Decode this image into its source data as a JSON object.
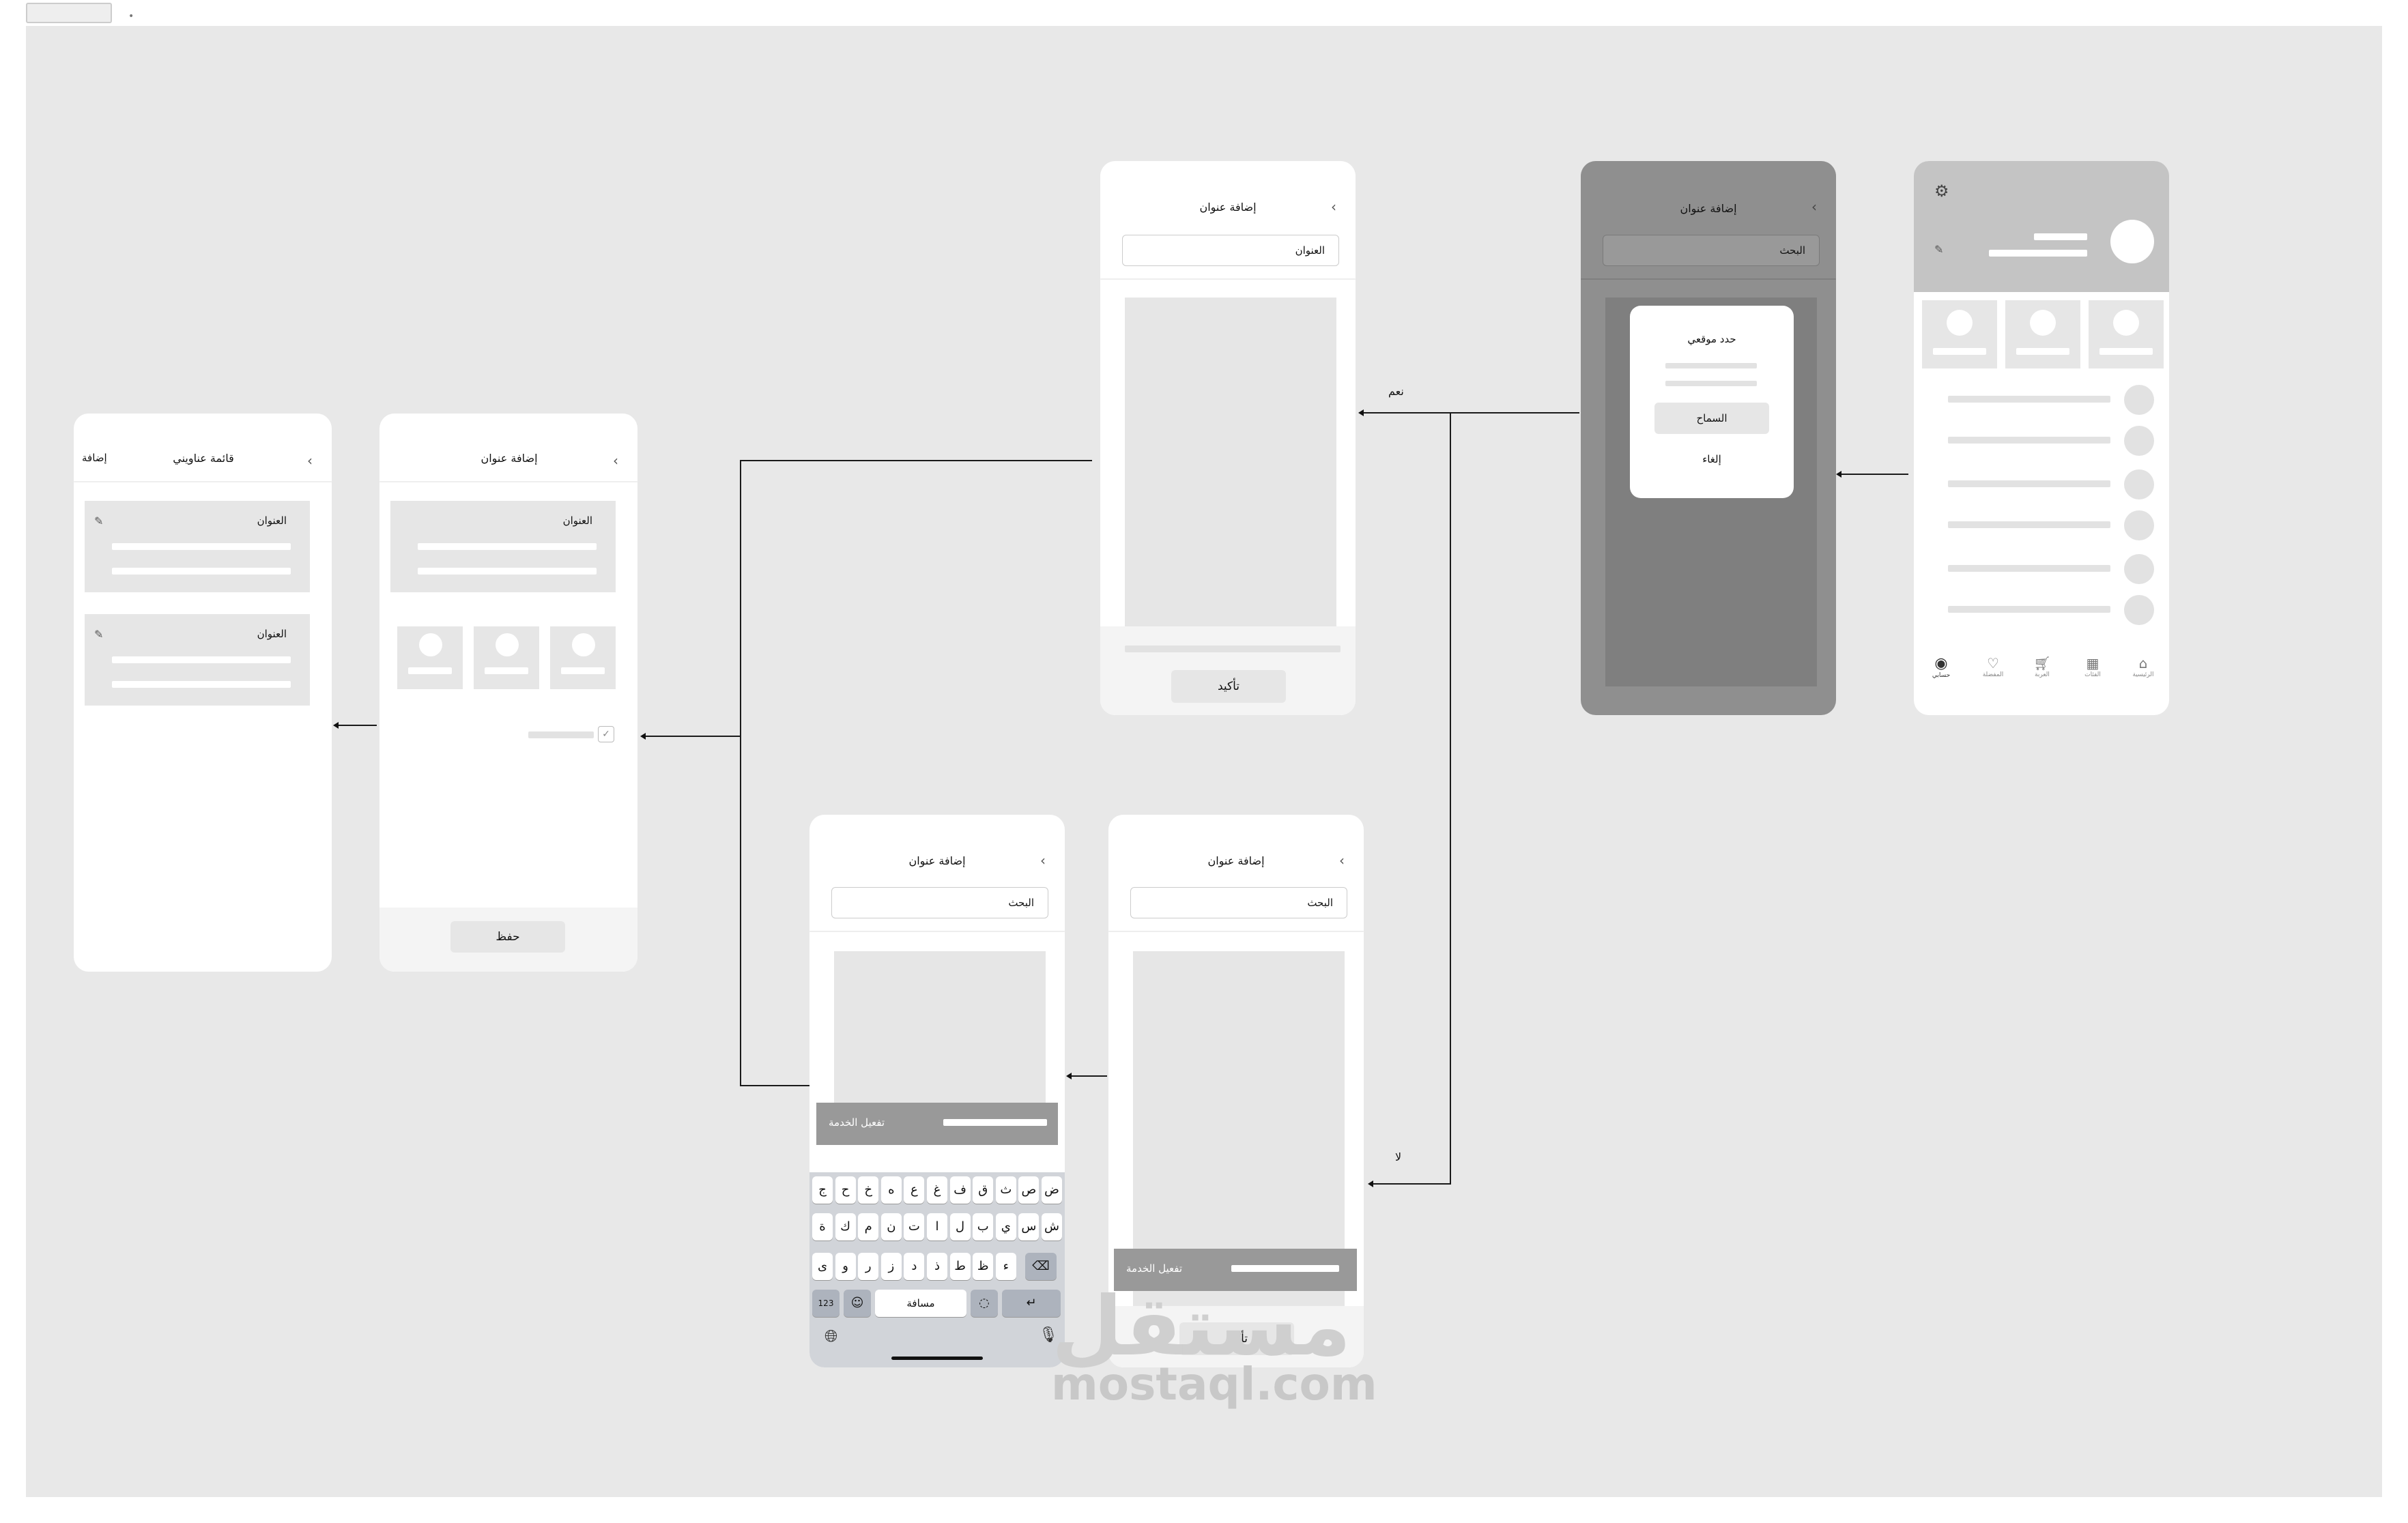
{
  "screens": {
    "addresses_list": {
      "title": "قائمة عناويني",
      "add": "إضافة",
      "card_label": "العنوان"
    },
    "add_address_form": {
      "title": "إضافة عنوان",
      "card_label": "العنوان",
      "save": "حفظ"
    },
    "map_confirm": {
      "title": "إضافة عنوان",
      "field": "العنوان",
      "confirm": "تأكيد"
    },
    "permission": {
      "title": "إضافة عنوان",
      "field": "البحث",
      "dialog_title": "حدد موقعي",
      "allow": "السماح",
      "cancel": "إلغاء"
    },
    "profile": {
      "nav": [
        "الرئيسية",
        "الفئات",
        "العربة",
        "المفضلة",
        "حسابي"
      ]
    },
    "search_keyboard": {
      "title": "إضافة عنوان",
      "field": "البحث",
      "service": "تفعيل الخدمة",
      "space": "مسافة",
      "num": "123",
      "row1": [
        "ض",
        "ص",
        "ث",
        "ق",
        "ف",
        "غ",
        "ع",
        "ه",
        "خ",
        "ح",
        "ج"
      ],
      "row2": [
        "ش",
        "س",
        "ي",
        "ب",
        "ل",
        "ا",
        "ت",
        "ن",
        "م",
        "ك",
        "ة"
      ],
      "row3": [
        "ء",
        "ظ",
        "ط",
        "ذ",
        "د",
        "ز",
        "ر",
        "و",
        "ى"
      ]
    },
    "no_service": {
      "title": "إضافة عنوان",
      "field": "البحث",
      "service": "تفعيل الخدمة",
      "confirm": "تأكيد"
    }
  },
  "connectors": {
    "yes": "نعم",
    "no": "لا"
  },
  "watermark": {
    "arabic": "مستقل",
    "latin": "mostaql.com"
  }
}
